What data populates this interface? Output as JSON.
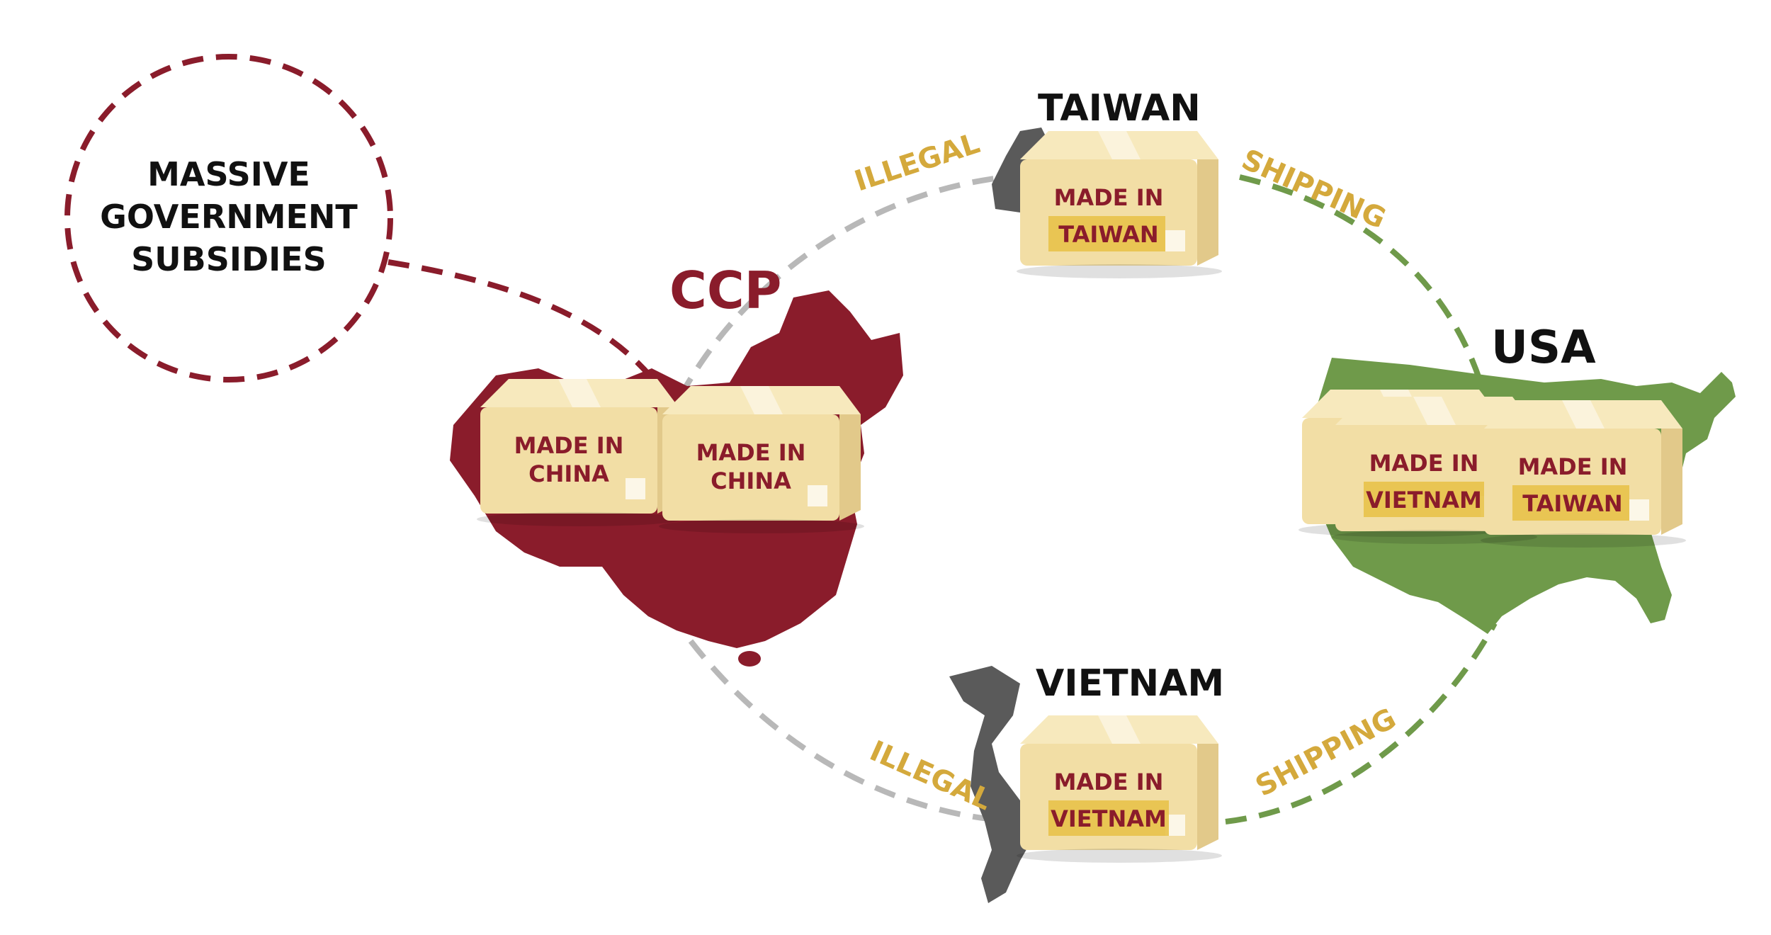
{
  "subsidy_circle": {
    "lines": [
      "MASSIVE",
      "GOVERNMENT",
      "SUBSIDIES"
    ]
  },
  "regions": {
    "ccp": "CCP",
    "taiwan": "TAIWAN",
    "usa": "USA",
    "vietnam": "VIETNAM"
  },
  "route_labels": {
    "top_illegal": "ILLEGAL",
    "top_shipping": "SHIPPING",
    "bottom_illegal": "ILLEGAL",
    "bottom_shipping": "SHIPPING"
  },
  "boxes": {
    "china_1": [
      "MADE IN",
      "CHINA"
    ],
    "china_2": [
      "MADE IN",
      "CHINA"
    ],
    "taiwan": [
      "MADE IN",
      "TAIWAN"
    ],
    "vietnam": [
      "MADE IN",
      "VIETNAM"
    ],
    "usa_vietnam": [
      "MADE IN",
      "VIETNAM"
    ],
    "usa_taiwan": [
      "MADE IN",
      "TAIWAN"
    ]
  },
  "colors": {
    "china": "#8a1c2b",
    "usa": "#6f9a4a",
    "island": "#5a5a5a",
    "illegal_route": "#b8b8b8",
    "shipping_route": "#6f9a4a",
    "route_text": "#d4a93c",
    "box": "#f2dea5",
    "box_side": "#e2c98a",
    "box_top": "#f7e9bd",
    "tape": "#e8c24a",
    "stamp_text": "#8a1c2b"
  }
}
